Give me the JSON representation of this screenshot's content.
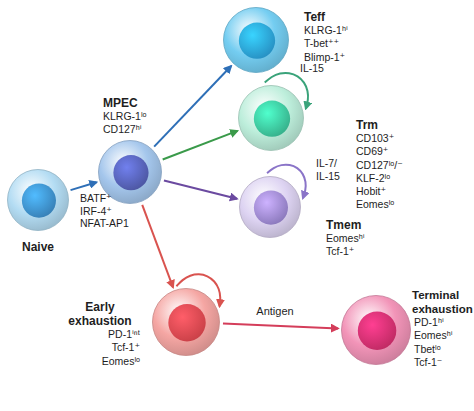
{
  "diagram": {
    "nodes": [
      {
        "text": [
          "Naive"
        ]
      },
      {
        "text": [
          "MPEC",
          "KLRG-1ˡᵒ CD127ʰⁱ"
        ]
      },
      {
        "text": [
          "Teff",
          "KLRG-1ʰⁱ T-bet⁺⁺ Blimp-1⁺"
        ]
      },
      {
        "text": [
          "Trm",
          "CD103⁺ CD69⁺ CD127ˡᵒ/⁻ KLF-2ˡᵒ Hobit⁺ Eomesˡᵒ"
        ]
      },
      {
        "text": [
          "Tmem",
          "Eomesʰⁱ Tcf-1⁺"
        ]
      },
      {
        "text": [
          "Early exhaustion",
          "PD-1ⁱⁿᵗ Tcf-1⁺ Eomesˡᵒ"
        ]
      },
      {
        "text": [
          "Terminal exhaustion",
          "PD-1ʰⁱ Eomesʰⁱ Tbetˡᵒ Tcf-1⁻"
        ]
      }
    ],
    "edges": [
      {
        "from": 0,
        "to": 1,
        "arrow": "to",
        "label": "BATF⁺ IRF-4⁺ NFAT-AP1"
      },
      {
        "from": 1,
        "to": 2,
        "arrow": "to"
      },
      {
        "from": 1,
        "to": 3,
        "arrow": "to"
      },
      {
        "from": 1,
        "to": 4,
        "arrow": "to"
      },
      {
        "from": 1,
        "to": 5,
        "arrow": "to"
      },
      {
        "from": 5,
        "to": 6,
        "arrow": "to",
        "label": "Antigen"
      },
      {
        "from": 3,
        "to": 3,
        "arrow": "to",
        "label": "IL-15"
      },
      {
        "from": 4,
        "to": 4,
        "arrow": "to",
        "label": "IL-7/ IL-15"
      },
      {
        "from": 5,
        "to": 5,
        "arrow": "to"
      }
    ]
  }
}
